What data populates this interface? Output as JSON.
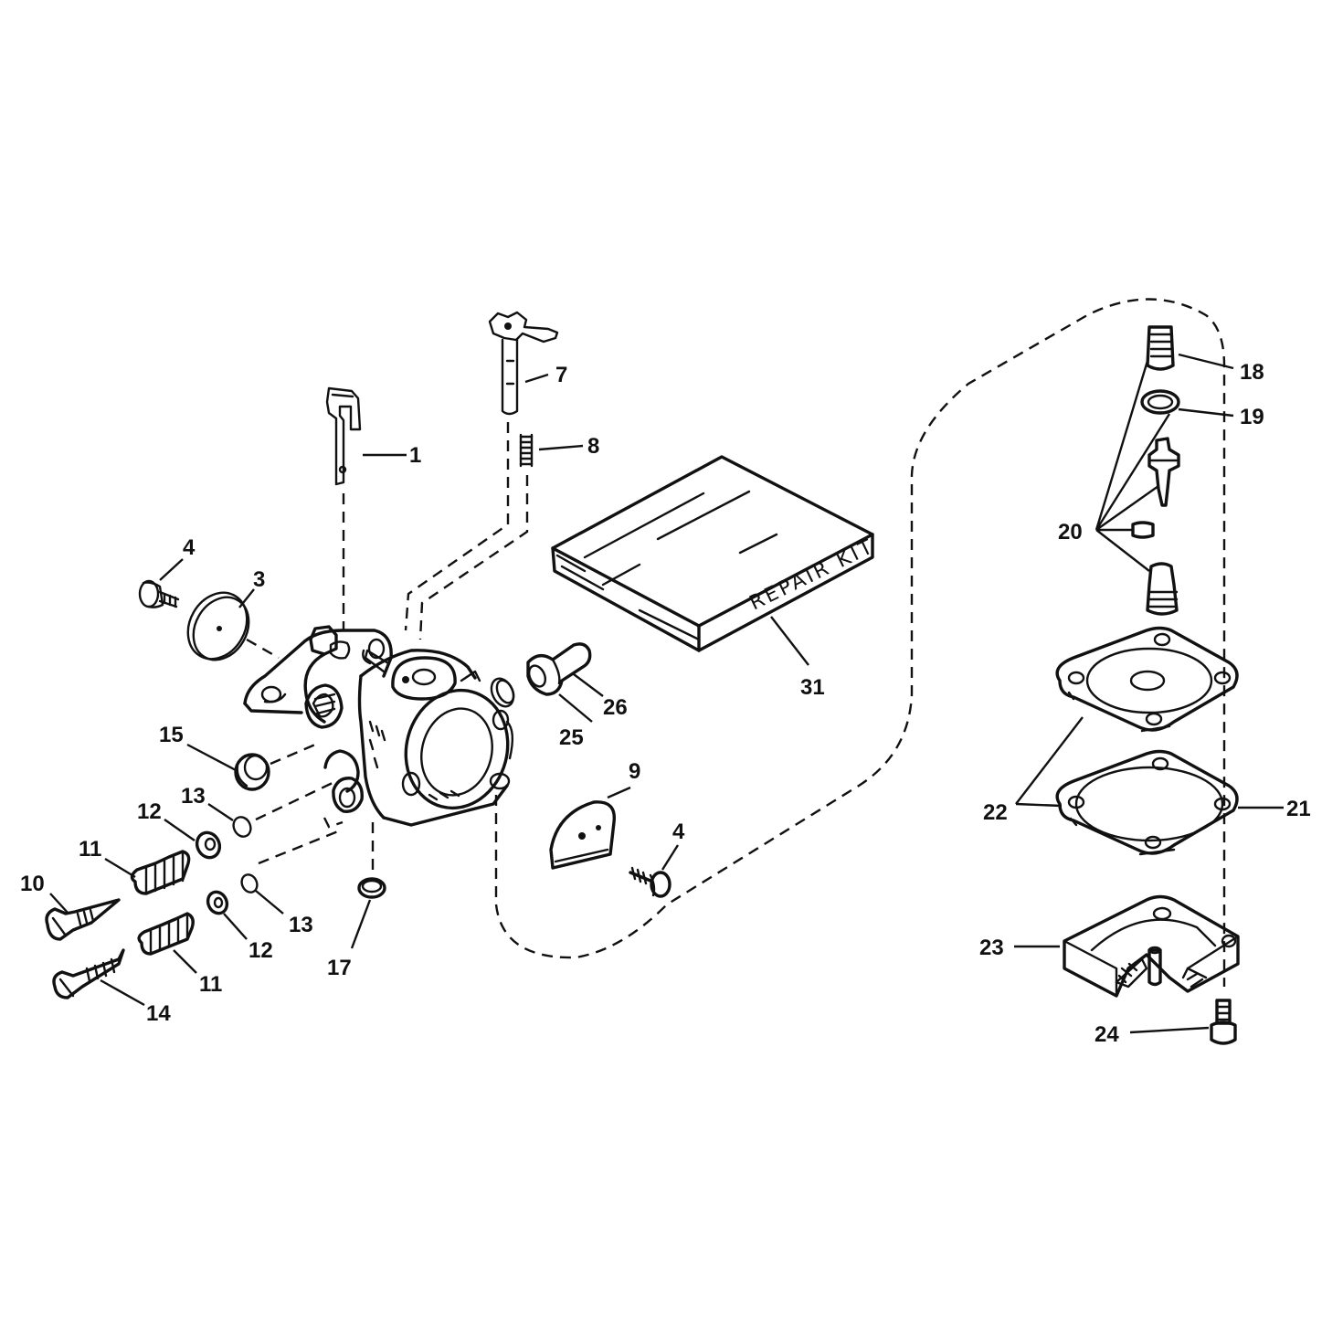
{
  "diagram": {
    "product_label": "REPAIR KIT",
    "callouts": {
      "c1": "1",
      "c3": "3",
      "c4a": "4",
      "c4b": "4",
      "c7": "7",
      "c8": "8",
      "c9": "9",
      "c10": "10",
      "c11a": "11",
      "c11b": "11",
      "c12a": "12",
      "c12b": "12",
      "c13a": "13",
      "c13b": "13",
      "c14": "14",
      "c15": "15",
      "c17": "17",
      "c18": "18",
      "c19": "19",
      "c20": "20",
      "c21": "21",
      "c22": "22",
      "c23": "23",
      "c24": "24",
      "c25": "25",
      "c26": "26",
      "c31": "31"
    }
  }
}
